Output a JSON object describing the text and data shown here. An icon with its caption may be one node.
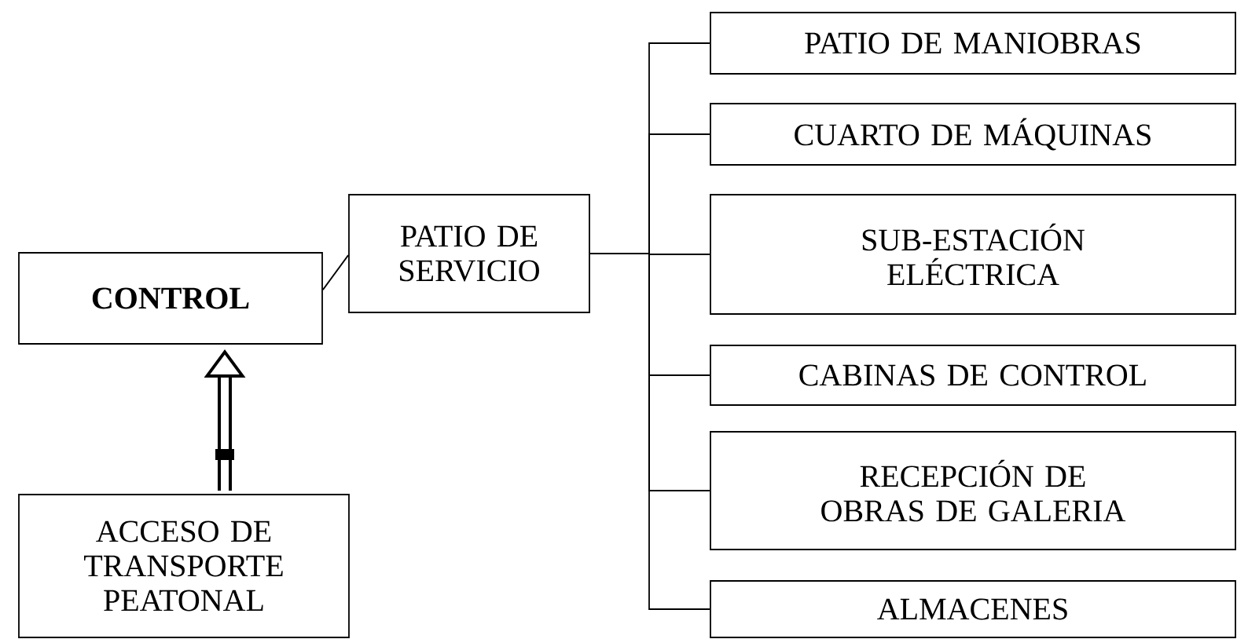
{
  "diagram": {
    "nodes": [
      {
        "text": [
          "CONTROL"
        ]
      },
      {
        "text": [
          "PATIO DE SERVICIO"
        ]
      },
      {
        "text": [
          "PATIO DE MANIOBRAS"
        ]
      },
      {
        "text": [
          "CUARTO DE MÁQUINAS"
        ]
      },
      {
        "text": [
          "SUB-ESTACIÓN ELÉCTRICA"
        ]
      },
      {
        "text": [
          "CABINAS DE CONTROL"
        ]
      },
      {
        "text": [
          "RECEPCIÓN DE OBRAS DE GALERIA"
        ]
      },
      {
        "text": [
          "ALMACENES"
        ]
      },
      {
        "text": [
          "ACCESO DE TRANSPORTE PEATONAL"
        ]
      }
    ],
    "edges": [
      {
        "from": 0,
        "to": 1,
        "arrow": "none"
      },
      {
        "from": 1,
        "to": 2,
        "arrow": "none"
      },
      {
        "from": 1,
        "to": 3,
        "arrow": "none"
      },
      {
        "from": 1,
        "to": 4,
        "arrow": "none"
      },
      {
        "from": 1,
        "to": 5,
        "arrow": "none"
      },
      {
        "from": 1,
        "to": 6,
        "arrow": "none"
      },
      {
        "from": 1,
        "to": 7,
        "arrow": "none"
      },
      {
        "from": 8,
        "to": 0,
        "arrow": "to",
        "style": "thick"
      }
    ]
  }
}
